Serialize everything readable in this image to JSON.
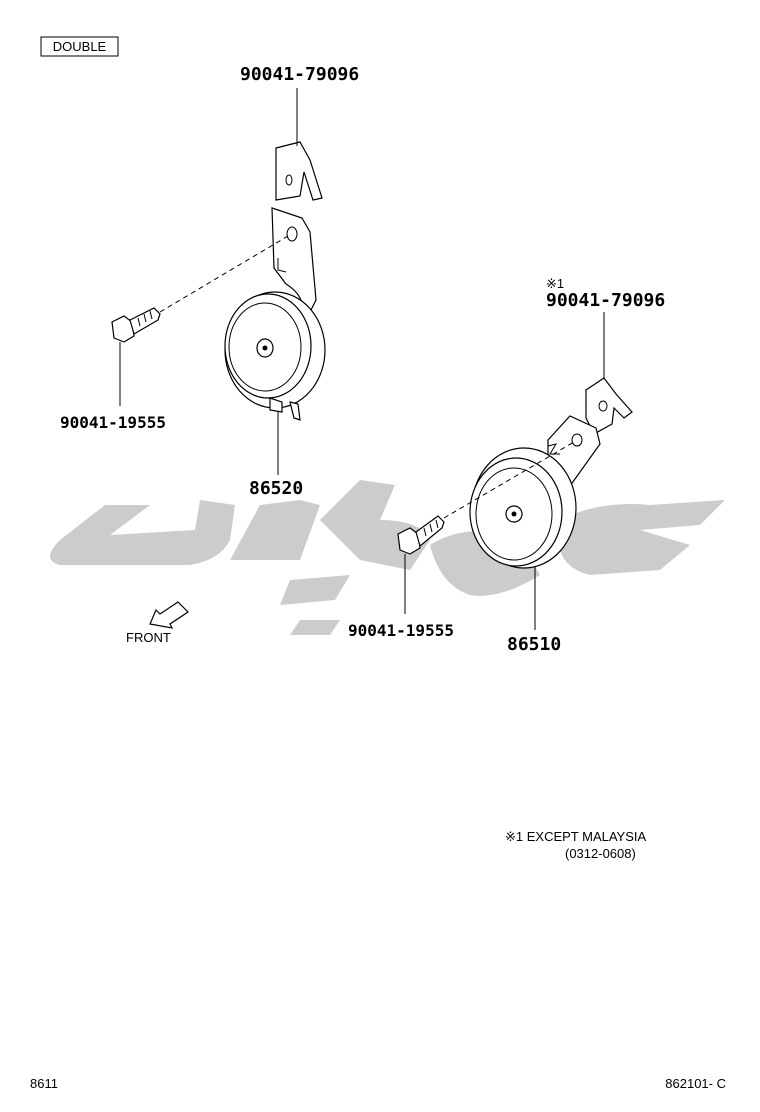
{
  "diagram": {
    "tag_label": "DOUBLE",
    "parts": {
      "clip_upper": "90041-79096",
      "bolt_left": "90041-19555",
      "horn_left": "86520",
      "clip_right_note_mark": "※1",
      "clip_right": "90041-79096",
      "bolt_right": "90041-19555",
      "horn_right": "86510"
    },
    "front_label": "FRONT",
    "note": {
      "line1": "※1  EXCEPT  MALAYSIA",
      "line2": "(0312-0608)"
    },
    "footer": {
      "left_code": "8611",
      "right_code": "862101- C"
    },
    "watermark_color": "#cccccc"
  }
}
